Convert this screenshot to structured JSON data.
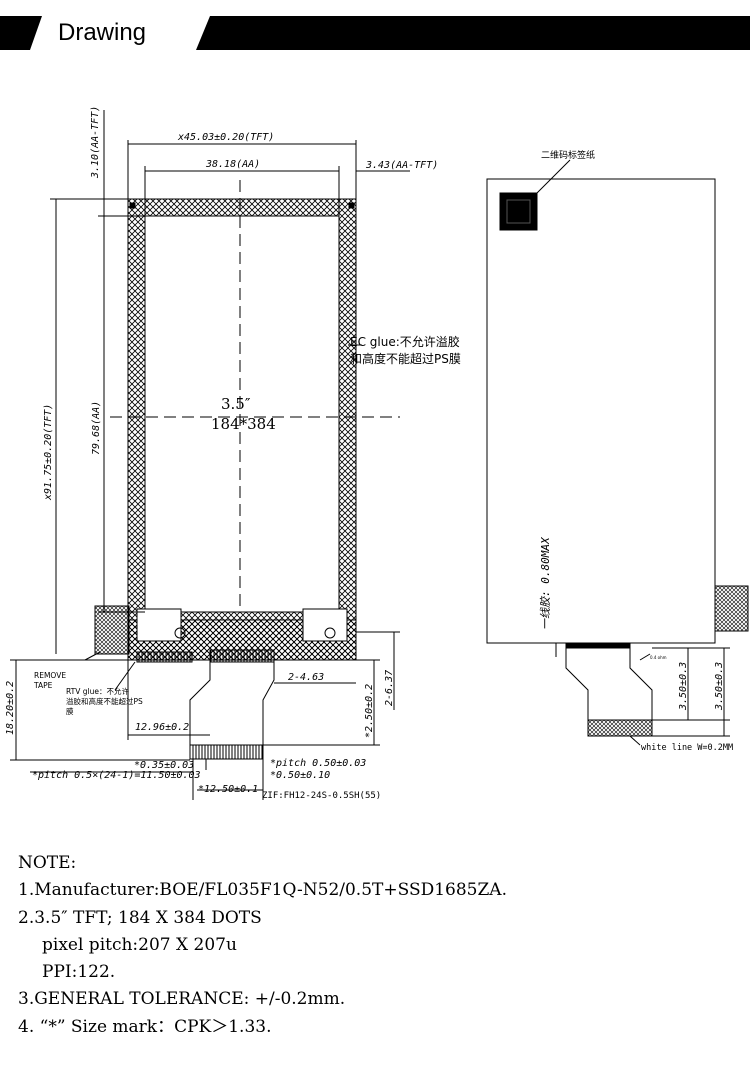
{
  "header": {
    "title": "Drawing"
  },
  "front_view": {
    "dim_width_tft": "x45.03±0.20(TFT)",
    "dim_width_aa": "38.18(AA)",
    "dim_right_aa_tft": "3.43(AA-TFT)",
    "dim_top_aa_tft": "3.10(AA-TFT)",
    "dim_height_tft": "x91.75±0.20(TFT)",
    "dim_height_aa": "79.68(AA)",
    "size_label": "3.5″",
    "resolution_label": "184*384",
    "ec_glue_line1": "EC glue:不允许溢胶",
    "ec_glue_line2": "和高度不能超过PS膜",
    "remove_tape_line1": "REMOVE",
    "remove_tape_line2": "TAPE",
    "rtv_glue_line1": "RTV glue：不允许",
    "rtv_glue_line2": "溢胶和高度不能超过PS",
    "rtv_glue_line3": "膜",
    "dim_fpc_offset": "12.96±0.2",
    "dim_total_height": "18.20±0.2",
    "dim_fpc_right": "2-4.63",
    "dim_fpc_len": "*2.50±0.2",
    "dim_fpc_right2": "2-6.37",
    "dim_pin_035": "*0.35±0.03",
    "dim_pitch_total": "*pitch 0.5×(24-1)=11.50±0.03",
    "dim_pitch_050": "*pitch 0.50±0.03",
    "dim_pin_050": "*0.50±0.10",
    "dim_connector_width": "*12.50±0.1",
    "zif_label": "ZIF:FH12-24S-0.5SH(55)"
  },
  "back_view": {
    "qr_label": "二维码标签纸",
    "glue_label": "一线胶: 0.80MAX",
    "dim_tail1": "3.50±0.3",
    "dim_tail2": "3.50±0.3",
    "white_line": "white line W=0.2MM",
    "small_mark": "0.4 ohm"
  },
  "notes": {
    "title": "NOTE:",
    "line1": "1.Manufacturer:BOE/FL035F1Q-N52/0.5T+SSD1685ZA.",
    "line2": "2.3.5″ TFT; 184 X 384 DOTS",
    "line3": "pixel pitch:207 X 207u",
    "line4": "PPI:122.",
    "line5": "3.GENERAL TOLERANCE: +/-0.2mm.",
    "line6": "4. “*” Size mark：CPK＞1.33."
  }
}
